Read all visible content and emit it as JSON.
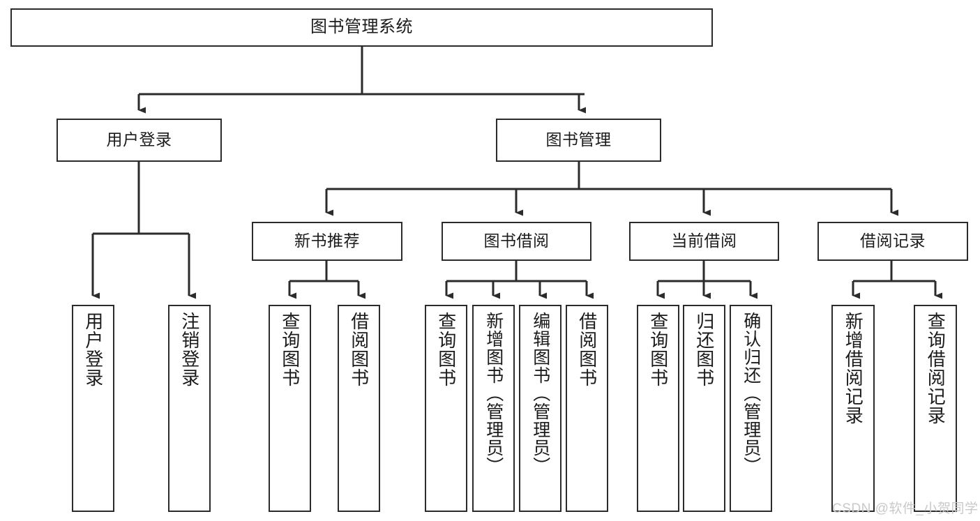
{
  "diagram": {
    "title": "图书管理系统",
    "type": "tree-hierarchy-diagram",
    "colors": {
      "box_border": "#2b2b2b",
      "box_fill": "#ffffff",
      "line": "#2b2b2b",
      "text": "#1b1b1b",
      "watermark": "#c9c9c9"
    },
    "root": {
      "label": "图书管理系统"
    },
    "level2": [
      {
        "label": "用户登录"
      },
      {
        "label": "图书管理"
      }
    ],
    "level3": [
      {
        "label": "新书推荐"
      },
      {
        "label": "图书借阅"
      },
      {
        "label": "当前借阅"
      },
      {
        "label": "借阅记录"
      }
    ],
    "leaves": {
      "user_login": [
        {
          "label": "用户登录"
        },
        {
          "label": "注销登录"
        }
      ],
      "new_book_recommend": [
        {
          "label": "查询图书"
        },
        {
          "label": "借阅图书"
        }
      ],
      "book_borrow": [
        {
          "label": "查询图书"
        },
        {
          "label": "新增图书（管理员）"
        },
        {
          "label": "编辑图书（管理员）"
        },
        {
          "label": "借阅图书"
        }
      ],
      "current_borrow": [
        {
          "label": "查询图书"
        },
        {
          "label": "归还图书"
        },
        {
          "label": "确认归还（管理员）"
        }
      ],
      "borrow_record": [
        {
          "label": "新增借阅记录"
        },
        {
          "label": "查询借阅记录"
        }
      ]
    },
    "watermark": "CSDN @软件_小贺同学"
  }
}
